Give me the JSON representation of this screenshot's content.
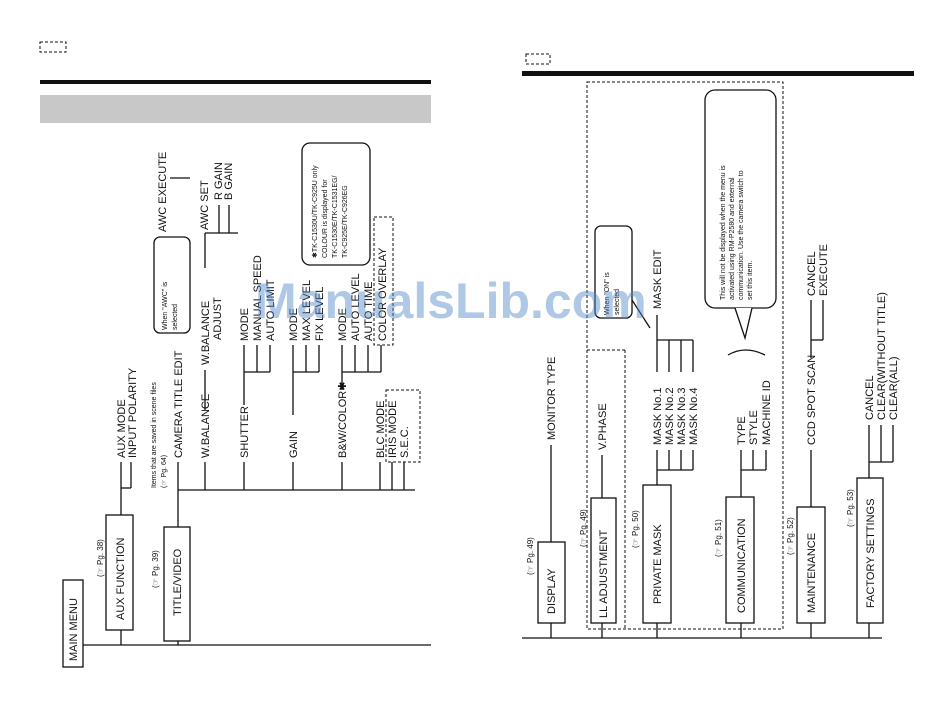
{
  "watermark": "ManualsLib.com",
  "left": {
    "main_menu": "MAIN MENU",
    "aux_ref": "(☞ Pg. 38)",
    "aux_function": "AUX FUNCTION",
    "aux_mode": "AUX MODE",
    "input_polarity": "INPUT POLARITY",
    "title_ref": "(☞ Pg. 39)",
    "title_video": "TITLE/VIDEO",
    "scene_note_1": "Items that are saved in scene files",
    "scene_note_2": "(☞ Pg. 64)",
    "camera_title_edit": "CAMERA TITLE EDIT",
    "wbalance": "W.BALANCE",
    "wbalance2": "W.BALANCE",
    "adjust": "ADJUST",
    "awc_note_1": "When \"AWC\" is",
    "awc_note_2": "selected",
    "awc_set": "AWC SET",
    "r_gain": "R GAIN",
    "b_gain": "B GAIN",
    "awc_execute": "AWC EXECUTE",
    "shutter": "SHUTTER",
    "mode1": "MODE",
    "manual_speed": "MANUAL SPEED",
    "auto_limit": "AUTO LIMIT",
    "gain": "GAIN",
    "mode2": "MODE",
    "max_level": "MAX LEVEL",
    "fix_level": "FIX LEVEL",
    "bw_color": "B&W/COLOR✱",
    "mode3": "MODE",
    "auto_level": "AUTO LEVEL",
    "auto_time": "AUTO TIME",
    "color_overlay": "COLOR OVERLAY",
    "model_note_1": "✱TK-C1530U/TK-C925U only",
    "model_note_2": "COLOUR is displayed for",
    "model_note_3": "TK-C1530E/TK-C1531EG/",
    "model_note_4": "TK-C925E/TK-C926EG",
    "blc_mode": "BLC MODE",
    "iris_mode": "IRIS MODE",
    "sec": "S.E.C."
  },
  "right": {
    "display_ref": "(☞ Pg. 49)",
    "display": "DISPLAY",
    "monitor_type": "MONITOR TYPE",
    "ll_ref": "(☞ Pg. 49)",
    "ll_adjustment": "LL ADJUSTMENT",
    "vphase": "V.PHASE",
    "pm_ref": "(☞ Pg. 50)",
    "private_mask": "PRIVATE MASK",
    "mask1": "MASK No.1",
    "mask2": "MASK No.2",
    "mask3": "MASK No.3",
    "mask4": "MASK No.4",
    "on_note_1": "When \"ON\" is",
    "on_note_2": "selected",
    "mask_edit": "MASK EDIT",
    "comm_ref": "(☞ Pg. 51)",
    "communication": "COMMUNICATION",
    "type": "TYPE",
    "style": "STYLE",
    "machine_id": "MACHINE ID",
    "rm_note_1": "This will not be displayed when the menu is",
    "rm_note_2": "activated using RM-P2580 and external",
    "rm_note_3": "communication. Use the camera switch to",
    "rm_note_4": "set this item.",
    "maint_ref": "(☞ Pg. 52)",
    "maintenance": "MAINTENANCE",
    "ccd_spot_scan": "CCD SPOT SCAN",
    "cancel": "CANCEL",
    "execute": "EXECUTE",
    "fs_ref": "(☞ Pg. 53)",
    "factory_settings": "FACTORY SETTINGS",
    "cancel2": "CANCEL",
    "clear_without_title": "CLEAR(WITHOUT TITLE)",
    "clear_all": "CLEAR(ALL)"
  }
}
